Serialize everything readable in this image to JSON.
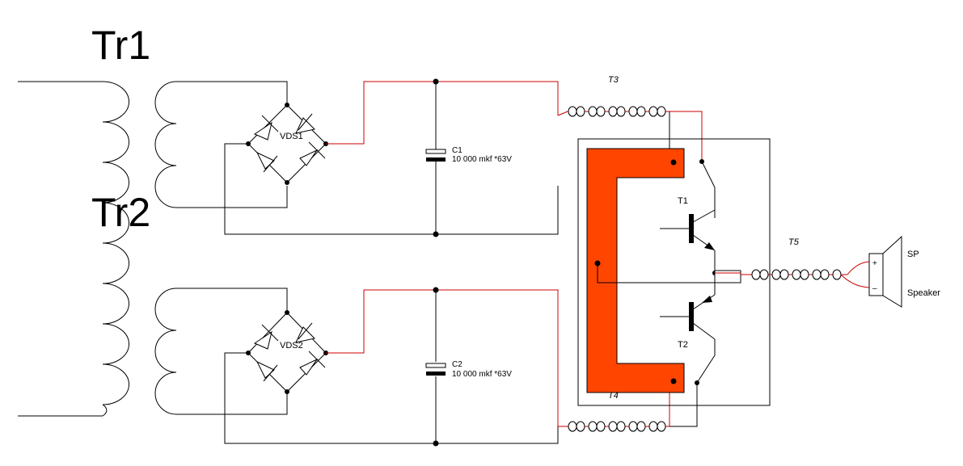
{
  "transformers": {
    "tr1": "Tr1",
    "tr2": "Tr2"
  },
  "bridges": {
    "vds1": "VDS1",
    "vds2": "VDS2"
  },
  "capacitors": {
    "c1": {
      "name": "C1",
      "value": "10 000 mkf *63V"
    },
    "c2": {
      "name": "C2",
      "value": "10 000 mkf *63V"
    }
  },
  "transistors": {
    "t1": "T1",
    "t2": "T2"
  },
  "chokes": {
    "t3": "T3",
    "t4": "T4",
    "t5": "T5"
  },
  "speaker": {
    "ref": "SP",
    "name": "Speaker",
    "plus": "+",
    "minus": "–"
  },
  "colors": {
    "wire": "#000000",
    "supply_wire": "#cc0000",
    "heatsink": "#ff4500"
  }
}
